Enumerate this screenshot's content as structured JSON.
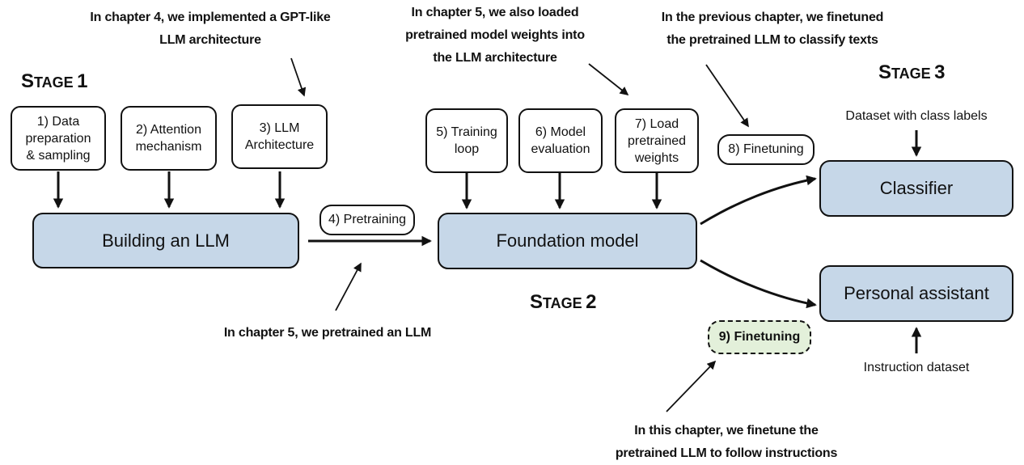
{
  "stages": {
    "stage1": {
      "initial": "S",
      "rest": "TAGE",
      "number": "1"
    },
    "stage2": {
      "initial": "S",
      "rest": "TAGE",
      "number": "2"
    },
    "stage3": {
      "initial": "S",
      "rest": "TAGE",
      "number": "3"
    }
  },
  "stage1_steps": [
    "1) Data\npreparation\n& sampling",
    "2) Attention\nmechanism",
    "3) LLM\nArchitecture"
  ],
  "stage2_steps": [
    "5) Training\nloop",
    "6) Model\nevaluation",
    "7) Load\npretrained\nweights"
  ],
  "main_blocks": {
    "building": "Building an LLM",
    "foundation": "Foundation model",
    "classifier": "Classifier",
    "assistant": "Personal assistant"
  },
  "labels": {
    "pretraining": "4) Pretraining",
    "finetuning8": "8) Finetuning",
    "finetuning9": "9) Finetuning",
    "dataset_class": "Dataset with class labels",
    "instruction_dataset": "Instruction dataset"
  },
  "annotations": {
    "ch4": "In chapter 4, we implemented a GPT-like\nLLM architecture",
    "ch5_weights": "In chapter 5, we also loaded\npretrained model weights into\nthe LLM architecture",
    "prev_chapter": "In the previous chapter, we finetuned\nthe pretrained LLM to classify texts",
    "ch5_pretrain": "In chapter 5, we pretrained an LLM",
    "this_chapter": "In this chapter, we finetune the\npretrained LLM to follow instructions"
  },
  "colors": {
    "block_fill": "#c6d7e8",
    "highlight_fill": "#e3f0da",
    "stroke": "#111111"
  }
}
